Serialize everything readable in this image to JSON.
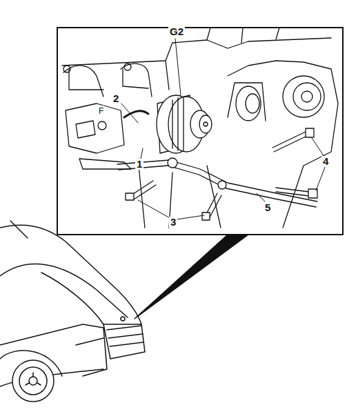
{
  "diagram": {
    "labels": [
      "G2",
      "2",
      "F",
      "1",
      "4",
      "5",
      "3"
    ]
  }
}
